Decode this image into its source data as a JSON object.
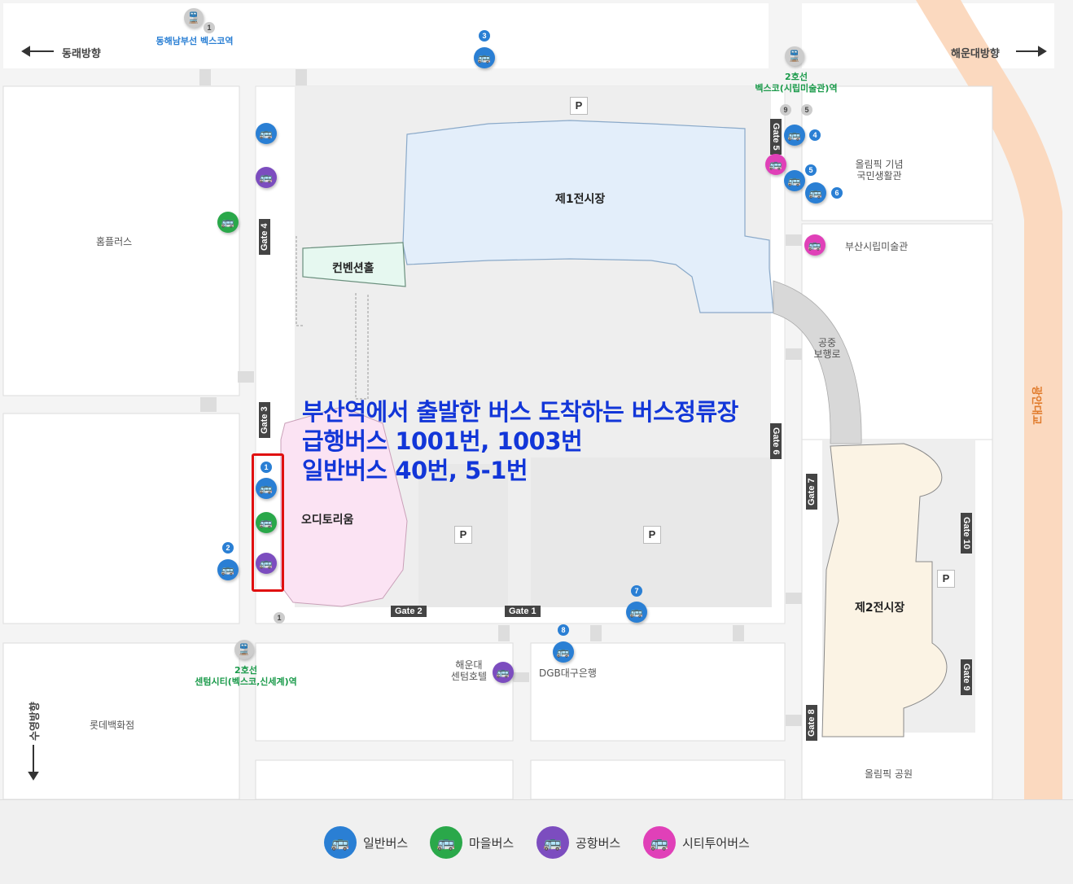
{
  "directions": {
    "left": "동래방향",
    "right": "해운대방향",
    "down": "수영방향",
    "bridge": "광안대교"
  },
  "stations": {
    "donghae": "동해남부선 벡스코역",
    "bexco_line2_a": "2호선",
    "bexco_line2_b": "벡스코(시립미술관)역",
    "centum_line2_a": "2호선",
    "centum_line2_b": "센텀시티(벡스코,신세계)역"
  },
  "halls": {
    "hall1": "제1전시장",
    "hall2": "제2전시장",
    "convention": "컨벤션홀",
    "auditorium": "오디토리움"
  },
  "places": {
    "homeplus": "홈플러스",
    "olympic_a": "올림픽 기념",
    "olympic_b": "국민생활관",
    "museum": "부산시립미술관",
    "skywalk_a": "공중",
    "skywalk_b": "보행로",
    "haeundae_a": "해운대",
    "haeundae_b": "센텀호텔",
    "dgb": "DGB대구은행",
    "lotte": "롯데백화점",
    "olympic_park": "올림픽 공원"
  },
  "gates": {
    "g1": "Gate 1",
    "g2": "Gate 2",
    "g3": "Gate 3",
    "g4": "Gate 4",
    "g5": "Gate 5",
    "g6": "Gate 6",
    "g7": "Gate 7",
    "g8": "Gate 8",
    "g9": "Gate 9",
    "g10": "Gate 10"
  },
  "parking": "P",
  "stop_numbers": {
    "n1": "1",
    "n2": "2",
    "n3": "3",
    "n4": "4",
    "n5": "5",
    "n6": "6",
    "n7": "7",
    "n8": "8",
    "n9": "9"
  },
  "annotation": {
    "line1": "부산역에서 출발한 버스 도착하는 버스정류장",
    "line2": "급행버스 1001번, 1003번",
    "line3": "일반버스 40번, 5-1번"
  },
  "legend": {
    "bus": "일반버스",
    "town": "마을버스",
    "air": "공항버스",
    "city": "시티투어버스"
  },
  "colors": {
    "bus": "#2a7fd4",
    "town": "#2aa84a",
    "air": "#7c4dbf",
    "city": "#e040b8",
    "highlight": "#e01010",
    "annotation": "#1236d8",
    "hall1": "#e3eefa",
    "hall2": "#fbf3e4",
    "convention": "#e6f8f0",
    "auditorium": "#fbe3f3"
  },
  "icons": {
    "bus": "bus-icon",
    "subway": "subway-icon"
  }
}
